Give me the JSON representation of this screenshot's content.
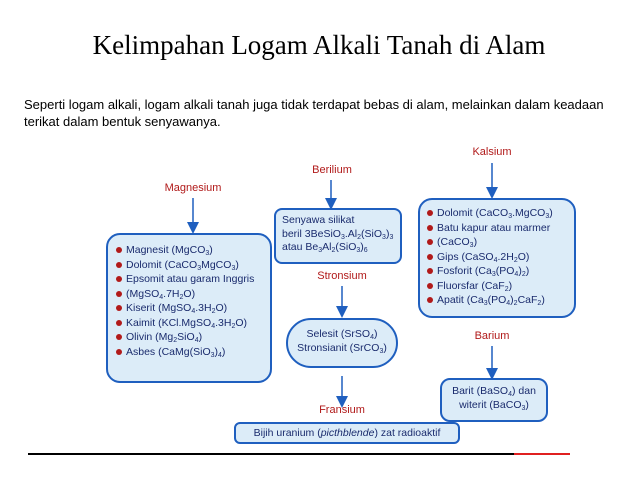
{
  "title": "Kelimpahan Logam Alkali Tanah di Alam",
  "intro": "Seperti logam alkali, logam alkali tanah juga tidak terdapat bebas di alam, melainkan dalam keadaan terikat dalam bentuk senyawanya.",
  "colors": {
    "box_fill": "#dcecf8",
    "box_border": "#1f5fbf",
    "label_red": "#b11a1a",
    "arrow_blue": "#1f5fbf",
    "text_navy": "#1a2b6d"
  },
  "groups": {
    "magnesium": {
      "label": "Magnesium",
      "items": [
        "Magnesit (MgCO3)",
        "Dolomit (CaCO3MgCO3)",
        "Epsomit atau garam Inggris (MgSO4.7H2O)",
        "Kiserit (MgSO4.3H2O)",
        "Kaimit (KCl.MgSO4.3H2O)",
        "Olivin (Mg2SiO4)",
        "Asbes (CaMg(SiO3)4)"
      ]
    },
    "berilium": {
      "label": "Berilium",
      "lines": [
        "Senyawa silikat",
        "beril 3BeSiO3.Al2(SiO3)3",
        "atau Be3Al2(SiO3)6"
      ]
    },
    "stronsium": {
      "label": "Stronsium",
      "lines": [
        "Selesit (SrSO4)",
        "Stronsianit (SrCO3)"
      ]
    },
    "kalsium": {
      "label": "Kalsium",
      "items": [
        "Dolomit (CaCO3.MgCO3)",
        "Batu kapur atau marmer (CaCO3)",
        "Gips (CaSO4.2H2O)",
        "Fosforit (Ca3(PO4)2)",
        "Fluorsfar (CaF2)",
        "Apatit (Ca3(PO4)2CaF2)"
      ]
    },
    "barium": {
      "label": "Barium",
      "lines": [
        "Barit (BaSO4) dan",
        "witerit (BaCO3)"
      ]
    },
    "fransium": {
      "label": "Fransium",
      "lines": [
        "Bijih uranium (picthblende) zat radioaktif"
      ]
    }
  }
}
